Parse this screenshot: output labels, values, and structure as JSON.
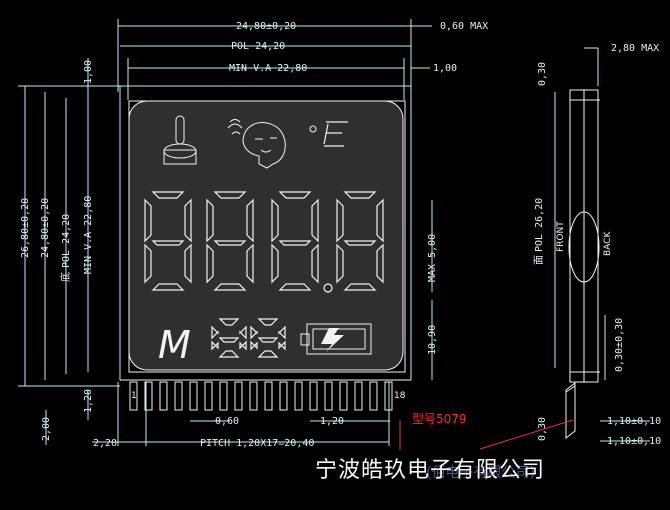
{
  "drawing": {
    "dims": {
      "overall_width": "24,80±0,20",
      "pol_width": "POL 24,20",
      "view_area_width": "MIN V.A 22,80",
      "max_thickness": "0,60 MAX",
      "right_1": "1,00",
      "left_1": "1,00",
      "overall_height": "26,80±0,20",
      "inner_height": "24,80±0,20",
      "pol_height": "POL 24,20",
      "pol_height_prefix": "底",
      "va_height": "MIN V.A 22,80",
      "max_5": "MAX 5,00",
      "dim_10_90": "10,90",
      "pin_0_60": "0,60",
      "pin_1_20_right": "1,20",
      "pin_1_20_left": "1,20",
      "dim_2_00": "2,00",
      "dim_2_20": "2,20",
      "pitch": "PITCH 1,20X17=20,40",
      "side_thickness": "2,80 MAX",
      "side_0_30_top": "0,30",
      "side_pol": "POL 26,20",
      "side_pol_prefix": "面",
      "front": "FRONT",
      "back": "BACK",
      "side_0_30_pm": "0,30±0,30",
      "side_0_30_bottom": "0,30",
      "side_1_10_a": "1,10±0,10",
      "side_1_10_b": "1,10±0,10",
      "pin_first": "1",
      "pin_last": "18"
    },
    "symbols": {
      "unit": "°E",
      "mode": "M",
      "icons": [
        "thermometer-icon",
        "forehead-scan-icon",
        "battery-icon"
      ]
    },
    "model": "型号5079",
    "company": "宁波皓玖电子有限公司",
    "watermark": "(佰电子有限公司)"
  }
}
